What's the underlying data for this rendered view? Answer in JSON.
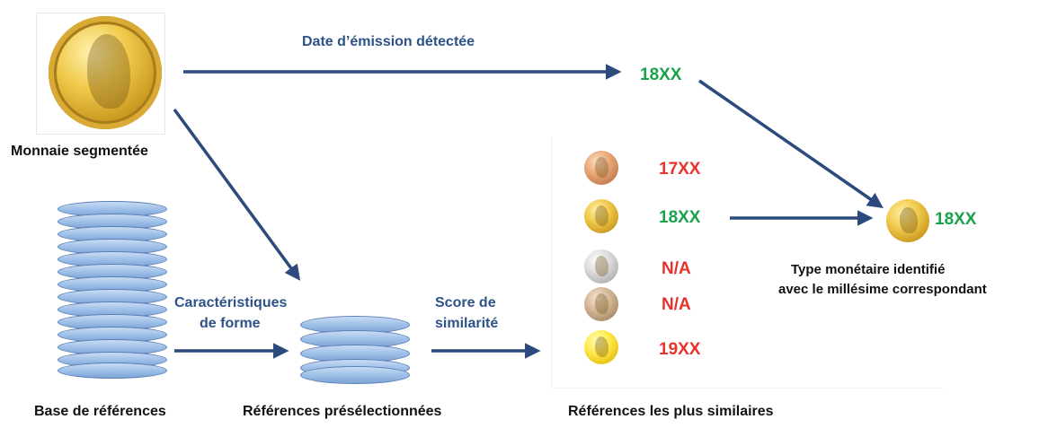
{
  "labels": {
    "segmented_coin": "Monnaie segmentée",
    "date_detected": "Date d’émission détectée",
    "reference_base": "Base de références",
    "shape_features_line1": "Caractéristiques",
    "shape_features_line2": "de forme",
    "preselected": "Références présélectionnées",
    "similarity_line1": "Score de",
    "similarity_line2": "similarité",
    "most_similar": "Références les plus similaires",
    "result_line1": "Type monétaire identifié",
    "result_line2": "avec le millésime correspondant"
  },
  "detected_year": "18XX",
  "result_year": "18XX",
  "candidates": [
    {
      "coin": "bronze-coin-icon",
      "year": "17XX",
      "status": "mismatch"
    },
    {
      "coin": "gold-coin-icon",
      "year": "18XX",
      "status": "match"
    },
    {
      "coin": "silver-coin-icon",
      "year": "N/A",
      "status": "mismatch"
    },
    {
      "coin": "tan-coin-icon",
      "year": "N/A",
      "status": "mismatch"
    },
    {
      "coin": "bright-gold-coin-icon",
      "year": "19XX",
      "status": "mismatch"
    }
  ],
  "colors": {
    "arrow": "#2c4a7c",
    "match": "#1aa24a",
    "mismatch": "#e8322b",
    "db_fill": "#9fc0e8"
  }
}
